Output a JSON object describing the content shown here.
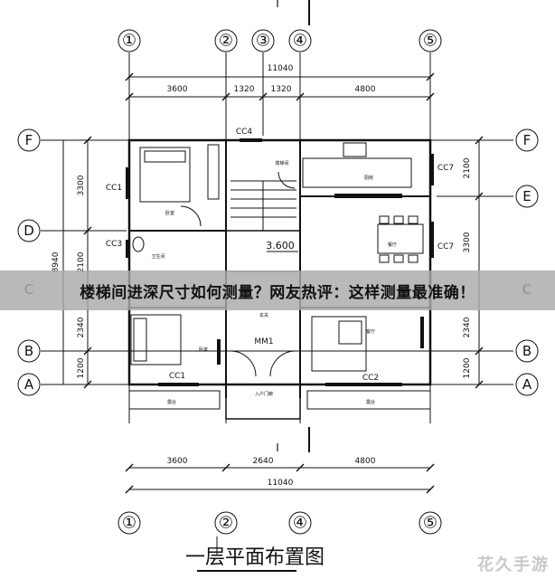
{
  "grid_axes": {
    "top_numbers": [
      "①",
      "②",
      "③",
      "④",
      "⑤"
    ],
    "bottom_numbers": [
      "①",
      "②",
      "④",
      "⑤"
    ],
    "left_letters": [
      "F",
      "D",
      "C",
      "B",
      "A"
    ],
    "right_letters": [
      "F",
      "E",
      "C",
      "B",
      "A"
    ]
  },
  "dimensions": {
    "top_total": "11040",
    "top_segments": [
      "3600",
      "1320",
      "1320",
      "4800"
    ],
    "bottom_segments": [
      "3600",
      "2640",
      "4800"
    ],
    "bottom_total": "11040",
    "left_segments": [
      "3300",
      "2100",
      "2340",
      "1200"
    ],
    "left_total": "8940",
    "right_segments": [
      "2100",
      "3300",
      "2340",
      "1200"
    ]
  },
  "tags": {
    "cc4": "CC4",
    "cc1_left": "CC1",
    "cc3": "CC3",
    "cc7_top": "CC7",
    "cc7_mid": "CC7",
    "cc1_bottom": "CC1",
    "cc2": "CC2",
    "mm1": "MM1",
    "elevation": "3.600",
    "section_top": "I",
    "section_bottom": "I"
  },
  "rooms": {
    "bed1": "卧室",
    "stair": "楼梯间",
    "kitchen": "厨房",
    "wc": "卫生间",
    "dining": "餐厅",
    "hall": "玄关",
    "bed2": "卧室",
    "living": "客厅",
    "terrace_left": "露台",
    "porch": "入户门廊",
    "terrace_right": "露台"
  },
  "banner": "楼梯间进深尺寸如何测量？网友热评：这样测量最准确！",
  "title": "一层平面布置图",
  "watermark": "花久手游"
}
